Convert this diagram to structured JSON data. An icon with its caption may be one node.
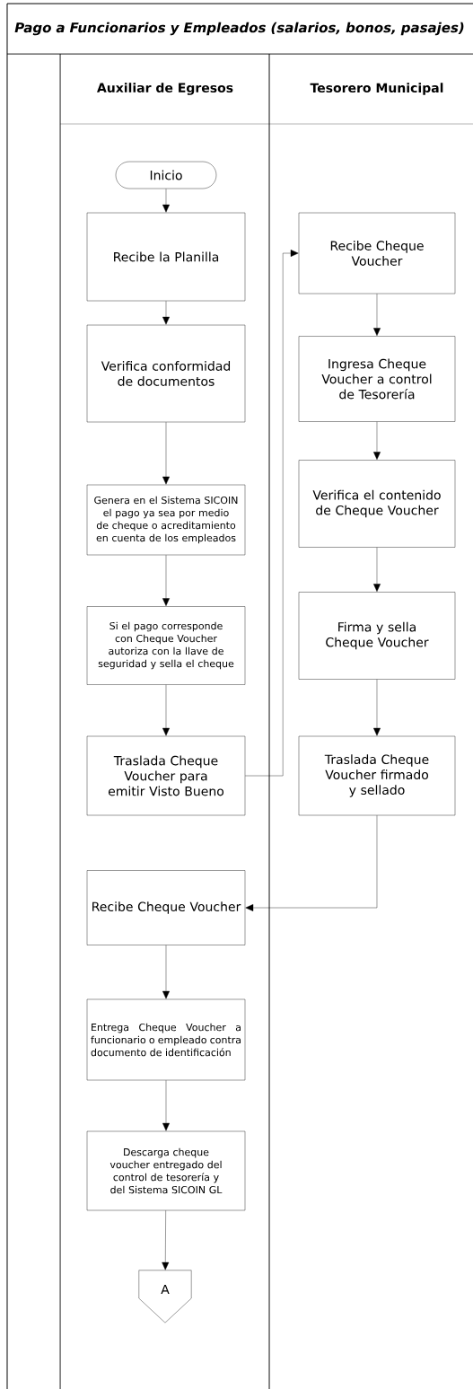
{
  "diagram": {
    "title": "Pago a Funcionarios y Empleados (salarios, bonos, pasajes)",
    "nodes": [
      {
        "text": [
          "Inicio"
        ]
      },
      {
        "text": [
          "Recibe la Planilla"
        ]
      },
      {
        "text": [
          "Verifica conformidad de documentos"
        ]
      },
      {
        "text": [
          "Genera en el Sistema SICOIN el pago ya sea por medio de cheque o acreditamiento en cuenta de los empleados"
        ]
      },
      {
        "text": [
          "Si el pago corresponde con Cheque Voucher autoriza con la llave de seguridad y sella el cheque"
        ]
      },
      {
        "text": [
          "Traslada Cheque Voucher para emitir Visto Bueno"
        ]
      },
      {
        "text": [
          "Recibe Cheque Voucher"
        ]
      },
      {
        "text": [
          "Ingresa Cheque Voucher a control de Tesorería"
        ]
      },
      {
        "text": [
          "Verifica el contenido de Cheque Voucher"
        ]
      },
      {
        "text": [
          "Firma y sella Cheque Voucher"
        ]
      },
      {
        "text": [
          "Traslada Cheque Voucher firmado y sellado"
        ]
      },
      {
        "text": [
          "Recibe Cheque Voucher"
        ]
      },
      {
        "text": [
          "Entrega Cheque Voucher a funcionario o empleado contra documento de identificación"
        ]
      },
      {
        "text": [
          "Descarga cheque voucher entregado del control de tesorería y del Sistema SICOIN GL"
        ]
      },
      {
        "text": [
          "A"
        ]
      }
    ],
    "edges": [
      {
        "from": 0,
        "to": 1,
        "arrow": "to"
      },
      {
        "from": 1,
        "to": 2,
        "arrow": "to"
      },
      {
        "from": 2,
        "to": 3,
        "arrow": "to"
      },
      {
        "from": 3,
        "to": 4,
        "arrow": "to"
      },
      {
        "from": 4,
        "to": 5,
        "arrow": "to"
      },
      {
        "from": 5,
        "to": 6,
        "arrow": "to"
      },
      {
        "from": 6,
        "to": 7,
        "arrow": "to"
      },
      {
        "from": 7,
        "to": 8,
        "arrow": "to"
      },
      {
        "from": 8,
        "to": 9,
        "arrow": "to"
      },
      {
        "from": 9,
        "to": 10,
        "arrow": "to"
      },
      {
        "from": 10,
        "to": 11,
        "arrow": "to"
      },
      {
        "from": 11,
        "to": 12,
        "arrow": "to"
      },
      {
        "from": 12,
        "to": 13,
        "arrow": "to"
      },
      {
        "from": 13,
        "to": 14,
        "arrow": "to"
      }
    ],
    "labels": [
      "Auxiliar de Egresos",
      "Tesorero Municipal"
    ]
  }
}
